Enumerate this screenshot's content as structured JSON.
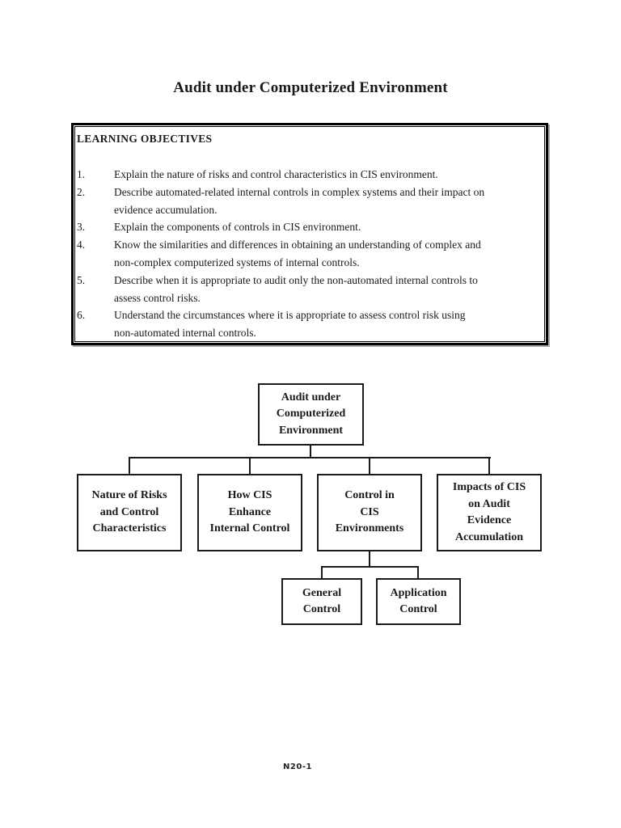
{
  "page": {
    "title": "Audit under Computerized Environment",
    "footer": "N20-1"
  },
  "learning_objectives": {
    "heading": "LEARNING OBJECTIVES",
    "items": [
      {
        "num": "1.",
        "text": "Explain the nature of risks and control characteristics in CIS environment."
      },
      {
        "num": "2.",
        "text": "Describe automated-related internal controls in complex systems and their impact on\nevidence accumulation."
      },
      {
        "num": "3.",
        "text": "Explain the components of controls in CIS environment."
      },
      {
        "num": "4.",
        "text": "Know the similarities and differences in obtaining an understanding of complex and\nnon-complex computerized systems of internal controls."
      },
      {
        "num": "5.",
        "text": "Describe when it is appropriate to audit only the non-automated internal controls to\nassess control risks."
      },
      {
        "num": "6.",
        "text": "Understand the circumstances where it is appropriate to assess control risk using\nnon-automated internal controls."
      }
    ]
  },
  "diagram": {
    "root": "Audit under\nComputerized\nEnvironment",
    "level2": [
      "Nature of Risks\nand Control\nCharacteristics",
      "How CIS\nEnhance\nInternal Control",
      "Control in\nCIS\nEnvironments",
      "Impacts of CIS\non Audit\nEvidence\nAccumulation"
    ],
    "level3": [
      "General\nControl",
      "Application\nControl"
    ]
  },
  "colors": {
    "ink": "#1a1a1a",
    "page_bg": "#ffffff"
  }
}
